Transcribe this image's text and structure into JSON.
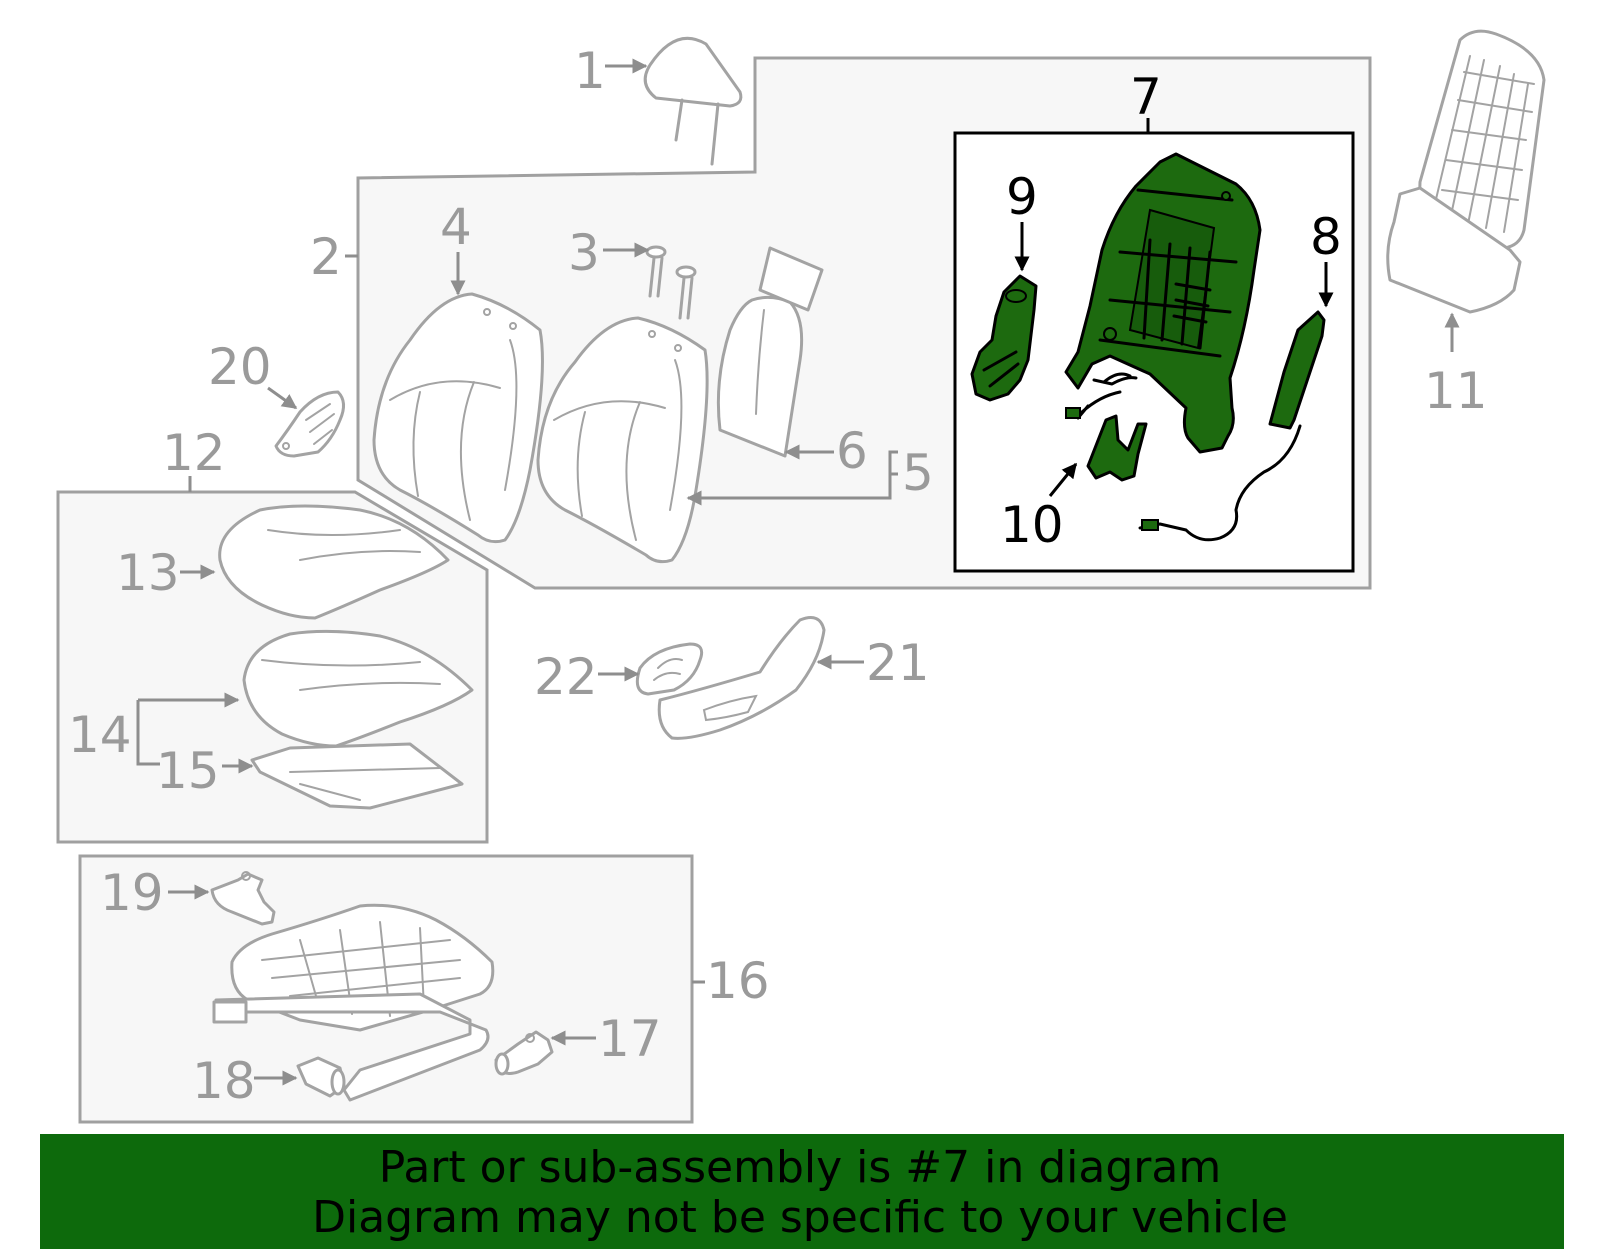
{
  "callouts": {
    "c1": "1",
    "c2": "2",
    "c3": "3",
    "c4": "4",
    "c5": "5",
    "c6": "6",
    "c7": "7",
    "c8": "8",
    "c9": "9",
    "c10": "10",
    "c11": "11",
    "c12": "12",
    "c13": "13",
    "c14": "14",
    "c15": "15",
    "c16": "16",
    "c17": "17",
    "c18": "18",
    "c19": "19",
    "c20": "20",
    "c21": "21",
    "c22": "22"
  },
  "banner": {
    "line1": "Part or sub-assembly is #7 in diagram",
    "line2": "Diagram may not be specific to your vehicle",
    "background": "#0d6a0c"
  },
  "colors": {
    "highlight": "#1d6a0f",
    "part_outline": "#a3a3a3",
    "group_fill": "#f7f7f7"
  }
}
